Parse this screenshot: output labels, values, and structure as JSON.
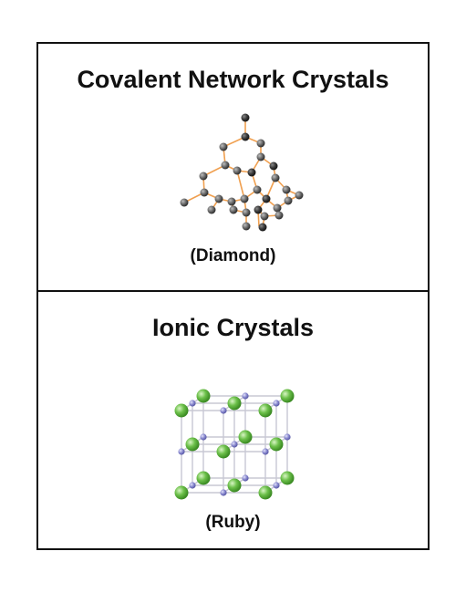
{
  "sections": [
    {
      "title": "Covalent Network Crystals",
      "caption": "(Diamond)",
      "figure_icon": "diamond-lattice-icon"
    },
    {
      "title": "Ionic Crystals",
      "caption": "(Ruby)",
      "figure_icon": "ionic-lattice-icon"
    }
  ],
  "colors": {
    "border": "#111111",
    "diamond_bond": "#f0a050",
    "carbon_atom": "#6b6b6b",
    "ionic_bond": "#c8c8d4",
    "large_ion": "#6cc04a",
    "small_ion": "#8a8ad0"
  }
}
